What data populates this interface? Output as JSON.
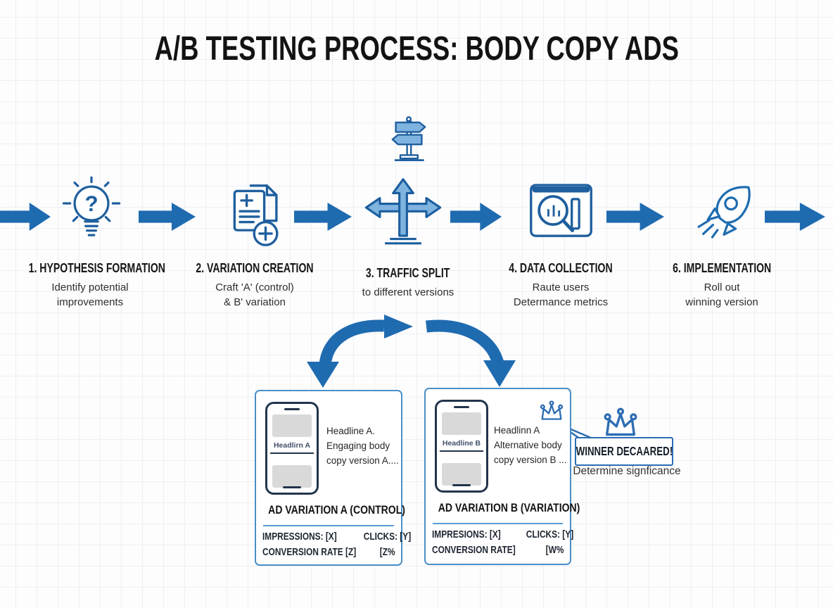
{
  "title": "A/B TESTING PROCESS: BODY COPY ADS",
  "colors": {
    "arrow_blue": "#1f6bb0",
    "icon_outline": "#1f5f9e",
    "icon_fill": "#7fb3e0",
    "card_border": "#4a8fc7",
    "divider_blue": "#5b9bd5",
    "winner_blue": "#2d6db3",
    "text_dark": "#161616"
  },
  "icons": {
    "flow": [
      "lightbulb-question-icon",
      "document-plus-icon",
      "traffic-split-icon",
      "data-search-icon",
      "rocket-icon"
    ],
    "other": [
      "signpost-icon",
      "crown-icon"
    ],
    "lightbulb_glyph": "?"
  },
  "steps": [
    {
      "icon": "lightbulb-question-icon",
      "title": "1. HYPOTHESIS FORMATION",
      "line1": "Identify potential",
      "line2": "improvements"
    },
    {
      "icon": "document-plus-icon",
      "title": "2. VARIATION CREATION",
      "line1": "Craft 'A' (control)",
      "line2": "& B' variation"
    },
    {
      "icon": "traffic-split-icon",
      "title": "3. TRAFFIC SPLIT",
      "line1": "to different versions",
      "line2": ""
    },
    {
      "icon": "data-search-icon",
      "title": "4. DATA COLLECTION",
      "line1": "Raute users",
      "line2": "Determance metrics"
    },
    {
      "icon": "rocket-icon",
      "title": "6. IMPLEMENTATION",
      "line1": "Roll out",
      "line2": "winning version"
    }
  ],
  "cards": {
    "a": {
      "phone_label": "Headlirn A",
      "body_line1": "Headline A.",
      "body_line2": "Engaging body",
      "body_line3": "copy version A....",
      "caption": "AD VARIATION A (CONTROL)",
      "impressions": "IMPRESSIONS: [X]",
      "clicks": "CLICKS: [Y]",
      "conversion": "CONVERSION RATE [Z]",
      "rate": "[Z%"
    },
    "b": {
      "phone_label": "Headline B",
      "body_line1": "Headlinn A",
      "body_line2": "Alternative body",
      "body_line3": "copy version B ...",
      "caption": "AD VARIATION B (VARIATION)",
      "impressions": "IMPRESIONS: [X]",
      "clicks": "CLICKS: [Y]",
      "conversion": "CONVERSION RATE]",
      "rate": "[W%"
    }
  },
  "winner": {
    "label": "WINNER DECAARED!",
    "note": "Determine signficance"
  }
}
